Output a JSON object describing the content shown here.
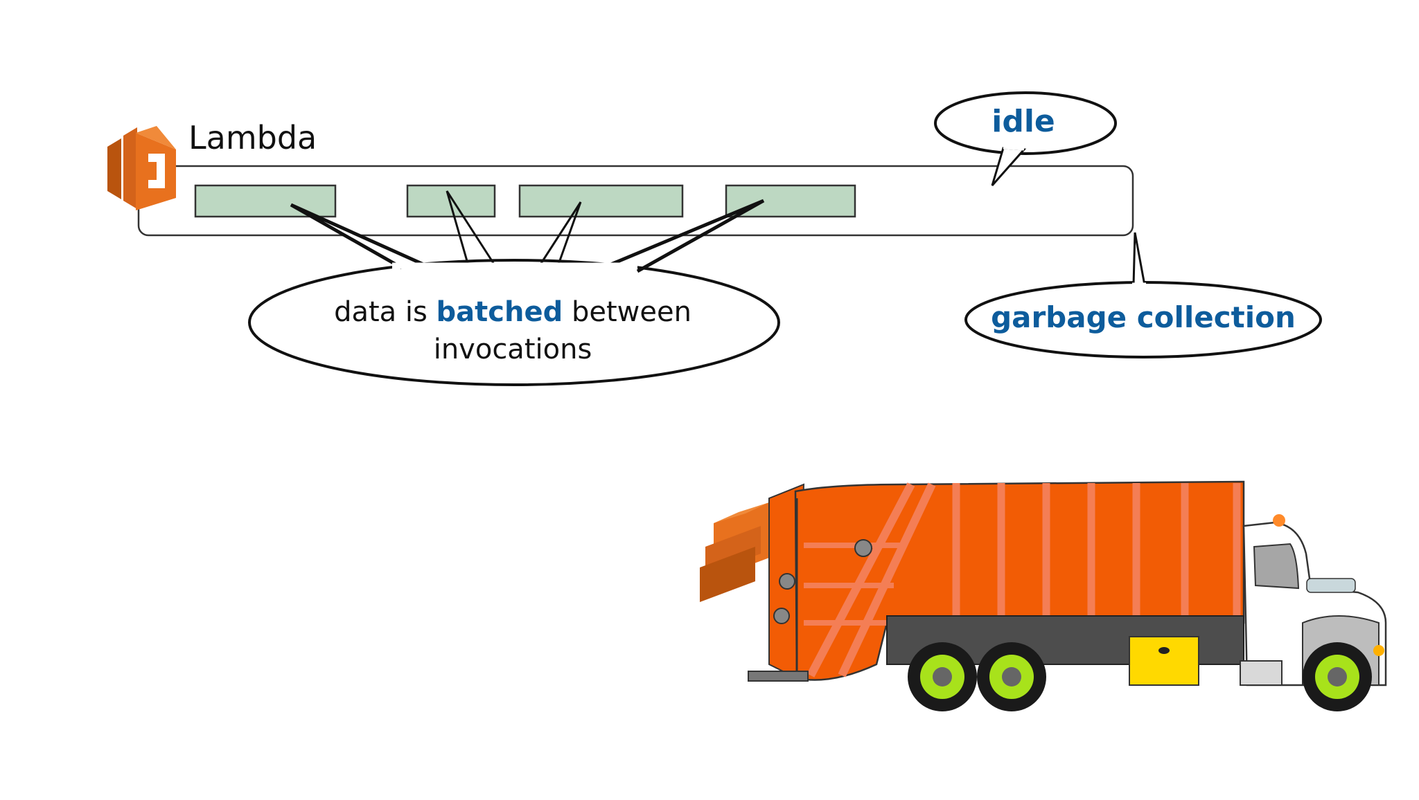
{
  "colors": {
    "accent_blue": "#0d5c9c",
    "lambda_orange": "#e8711e",
    "lambda_orange_dark": "#b9540e",
    "batch_fill": "#bdd8c2",
    "truck_orange": "#f25c05",
    "truck_stripe": "#f47e55",
    "truck_green": "#a8e21b",
    "truck_yellow": "#ffd900",
    "truck_grey": "#4d4d4d"
  },
  "icons": [
    "aws-lambda-icon",
    "garbage-truck-icon"
  ],
  "lambda": {
    "title": "Lambda"
  },
  "callouts": {
    "idle": "idle",
    "garbage_collection": "garbage collection",
    "batched": {
      "prefix": "data is ",
      "highlight": "batched",
      "suffix": " between",
      "line2": "invocations"
    }
  }
}
